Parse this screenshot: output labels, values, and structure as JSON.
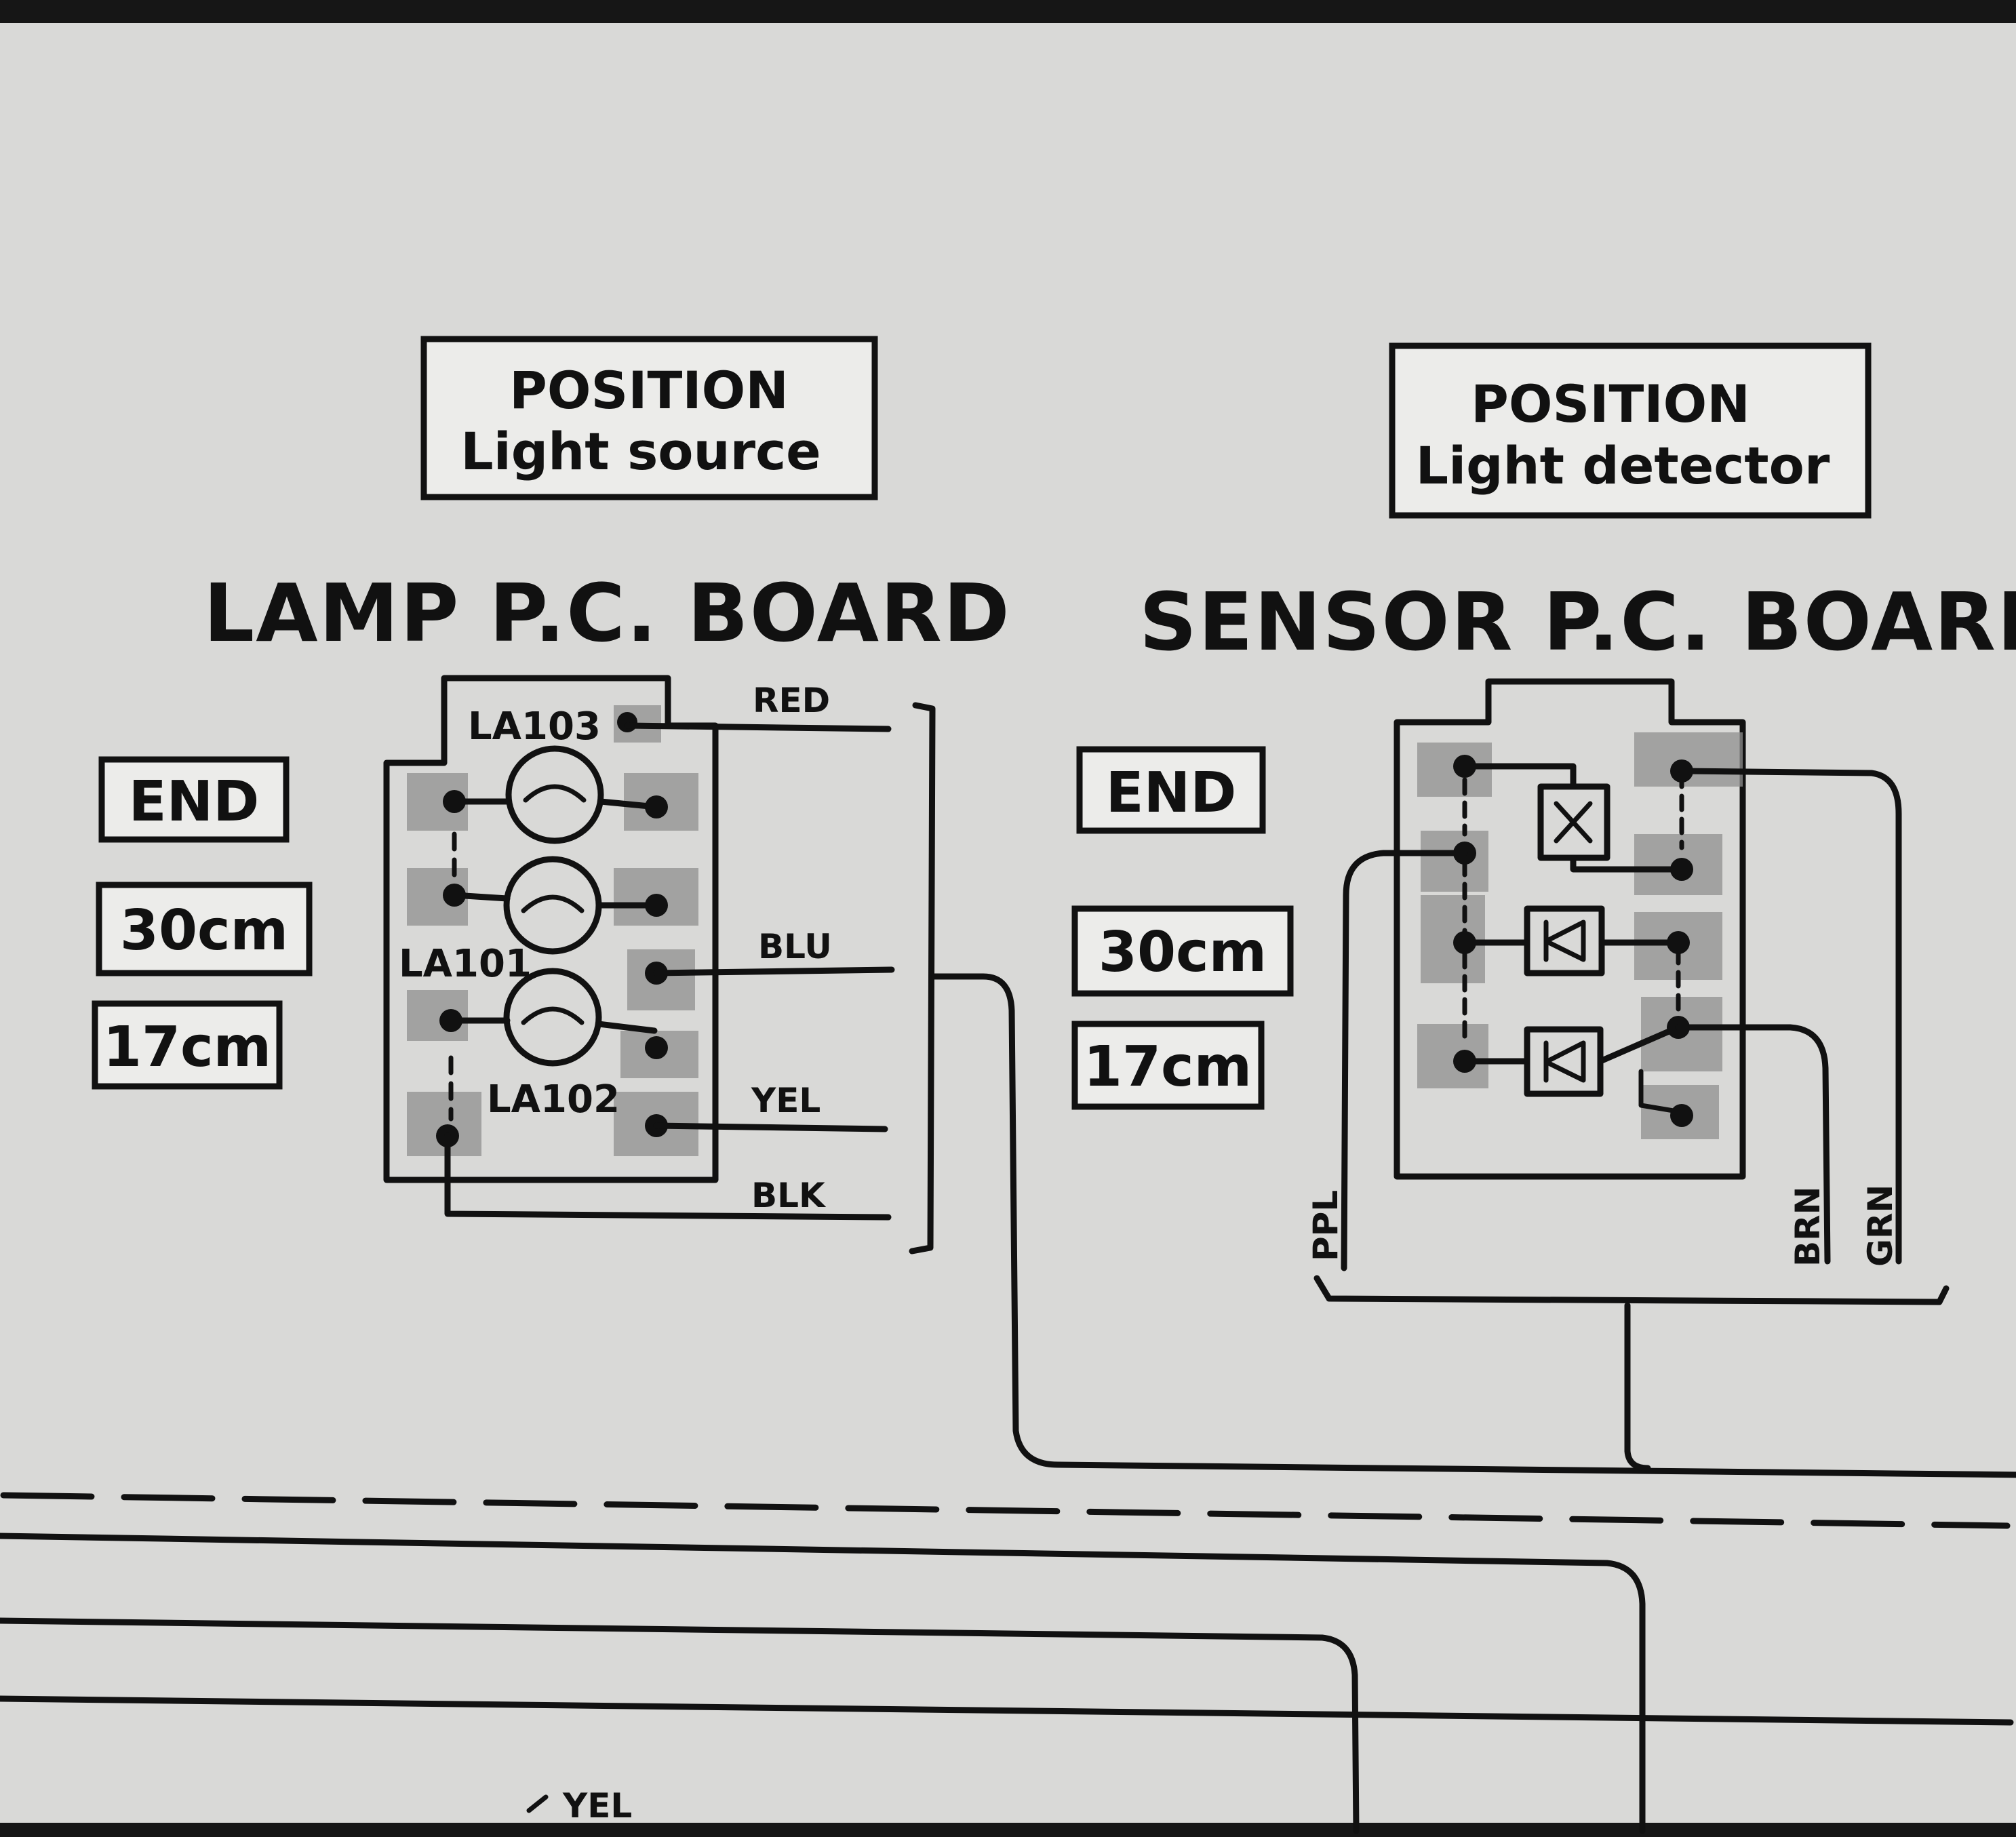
{
  "lamp_board": {
    "position_title": "POSITION",
    "position_subtitle": "Light source",
    "title": "LAMP P.C. BOARD",
    "refs": [
      "LA103",
      "LA101",
      "LA102"
    ],
    "wires": [
      "RED",
      "BLU",
      "YEL",
      "BLK"
    ],
    "tags": [
      "END",
      "30cm",
      "17cm"
    ]
  },
  "sensor_board": {
    "position_title": "POSITION",
    "position_subtitle": "Light detector",
    "title": "SENSOR P.C. BOARD",
    "tags": [
      "END",
      "30cm",
      "17cm"
    ],
    "wires": [
      "PPL",
      "BRN",
      "GRN"
    ]
  },
  "bottom": {
    "wire_label": "YEL"
  }
}
